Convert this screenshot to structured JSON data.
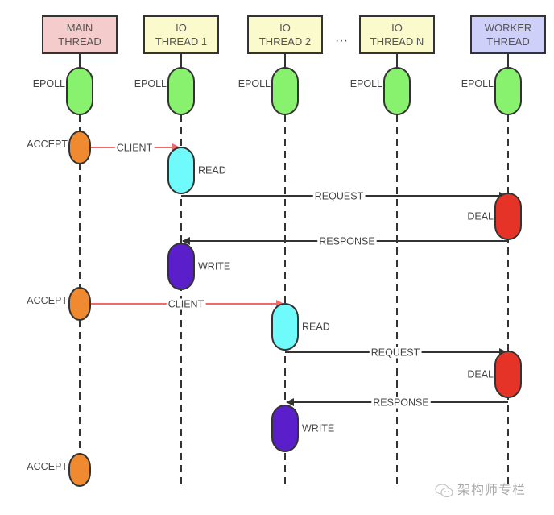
{
  "diagram": {
    "type": "sequence",
    "threads": [
      {
        "id": "main",
        "line1": "MAIN",
        "line2": "THREAD",
        "fill": "#f4cccc"
      },
      {
        "id": "io1",
        "line1": "IO",
        "line2": "THREAD 1",
        "fill": "#fbfacd"
      },
      {
        "id": "io2",
        "line1": "IO",
        "line2": "THREAD 2",
        "fill": "#fbfacd"
      },
      {
        "id": "ion",
        "line1": "IO",
        "line2": "THREAD N",
        "fill": "#fbfacd"
      },
      {
        "id": "worker",
        "line1": "WORKER",
        "line2": "THREAD",
        "fill": "#cfd0f9"
      }
    ],
    "ellipsis": "···",
    "activations": [
      {
        "thread": "main",
        "label": "EPOLL",
        "color": "#88f26e",
        "row": "epoll"
      },
      {
        "thread": "io1",
        "label": "EPOLL",
        "color": "#88f26e",
        "row": "epoll"
      },
      {
        "thread": "io2",
        "label": "EPOLL",
        "color": "#88f26e",
        "row": "epoll"
      },
      {
        "thread": "ion",
        "label": "EPOLL",
        "color": "#88f26e",
        "row": "epoll"
      },
      {
        "thread": "worker",
        "label": "EPOLL",
        "color": "#88f26e",
        "row": "epoll"
      },
      {
        "thread": "main",
        "label": "ACCEPT",
        "color": "#ef8a30",
        "row": "accept1"
      },
      {
        "thread": "io1",
        "label": "READ",
        "color": "#6ffbfb",
        "row": "read1"
      },
      {
        "thread": "worker",
        "label": "DEAL",
        "color": "#e53327",
        "row": "deal1"
      },
      {
        "thread": "io1",
        "label": "WRITE",
        "color": "#5a1ecb",
        "row": "write1"
      },
      {
        "thread": "main",
        "label": "ACCEPT",
        "color": "#ef8a30",
        "row": "accept2"
      },
      {
        "thread": "io2",
        "label": "READ",
        "color": "#6ffbfb",
        "row": "read2"
      },
      {
        "thread": "worker",
        "label": "DEAL",
        "color": "#e53327",
        "row": "deal2"
      },
      {
        "thread": "io2",
        "label": "WRITE",
        "color": "#5a1ecb",
        "row": "write2"
      },
      {
        "thread": "main",
        "label": "ACCEPT",
        "color": "#ef8a30",
        "row": "accept3"
      }
    ],
    "messages": [
      {
        "from": "main",
        "to": "io1",
        "label": "CLIENT",
        "color": "#f06a6a"
      },
      {
        "from": "io1",
        "to": "worker",
        "label": "REQUEST",
        "color": "#333333"
      },
      {
        "from": "worker",
        "to": "io1",
        "label": "RESPONSE",
        "color": "#333333"
      },
      {
        "from": "main",
        "to": "io2",
        "label": "CLIENT",
        "color": "#f06a6a"
      },
      {
        "from": "io2",
        "to": "worker",
        "label": "REQUEST",
        "color": "#333333"
      },
      {
        "from": "worker",
        "to": "io2",
        "label": "RESPONSE",
        "color": "#333333"
      }
    ]
  },
  "watermark": {
    "text": "架构师专栏",
    "icon": "wechat-icon"
  }
}
